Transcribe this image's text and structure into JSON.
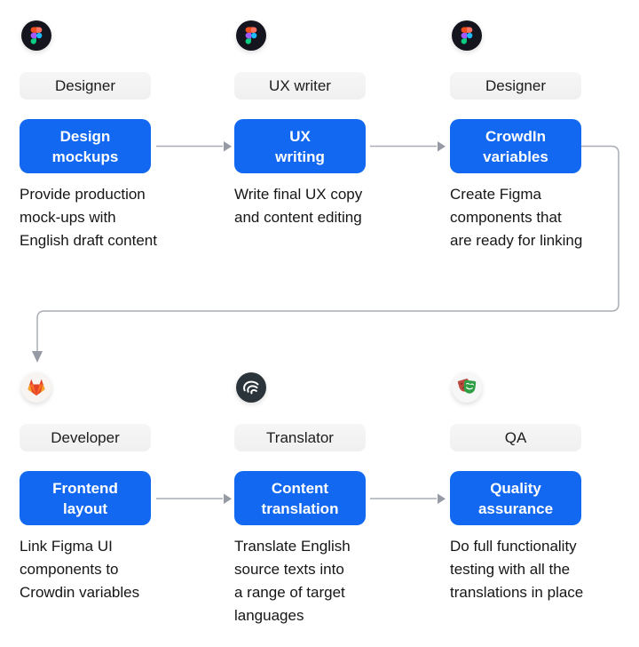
{
  "diagram": {
    "title_hint": "Localization workflow diagram",
    "colors": {
      "action_button_blue": "#1268f1",
      "role_chip_gray": "#f3f3f4",
      "connector_gray": "#a9adb4",
      "text_dark": "#161616",
      "background": "#ffffff"
    },
    "steps": [
      {
        "id": "design-mockups",
        "icon": "figma-icon",
        "role": "Designer",
        "action": "Design\nmockups",
        "description": "Provide production\nmock-ups with\nEnglish draft content"
      },
      {
        "id": "ux-writing",
        "icon": "figma-icon",
        "role": "UX writer",
        "action": "UX\nwriting",
        "description": "Write final UX copy\nand content editing"
      },
      {
        "id": "crowdin-variables",
        "icon": "figma-icon",
        "role": "Designer",
        "action": "CrowdIn\nvariables",
        "description": "Create Figma\ncomponents that\nare ready for linking"
      },
      {
        "id": "frontend-layout",
        "icon": "gitlab-icon",
        "role": "Developer",
        "action": "Frontend\nlayout",
        "description": "Link Figma UI\ncomponents to\nCrowdin variables"
      },
      {
        "id": "content-translation",
        "icon": "crowdin-icon",
        "role": "Translator",
        "action": "Content\ntranslation",
        "description": "Translate English\nsource texts into\na range of target\nlanguages"
      },
      {
        "id": "quality-assurance",
        "icon": "theater-masks-icon",
        "role": "QA",
        "action": "Quality\nassurance",
        "description": "Do full functionality\ntesting with all the\ntranslations in place"
      }
    ]
  }
}
